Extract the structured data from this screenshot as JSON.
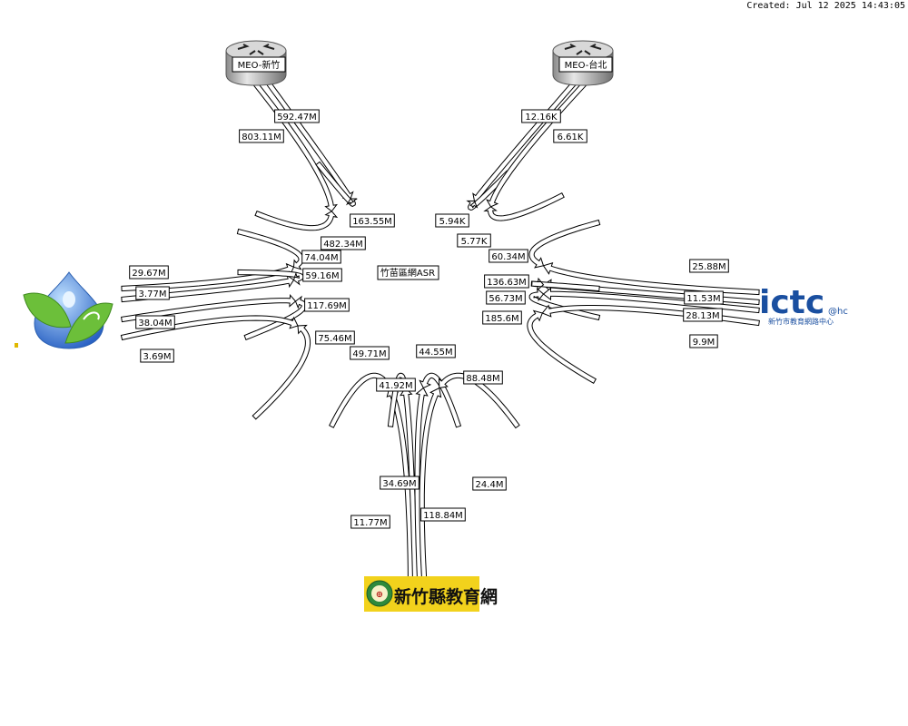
{
  "created": "Created: Jul 12 2025 14:43:05",
  "nodes": {
    "hub": "竹苗區網ASR",
    "meo_hsinchu": "MEO-新竹",
    "meo_taipei": "MEO-台北",
    "ictc_logo": "ictc",
    "ictc_suffix": "@hc",
    "ictc_sub": "新竹市教育網路中心",
    "hsinchu_county": "新竹縣教育網"
  },
  "links": {
    "meo_hsinchu_out": "803.11M",
    "meo_hsinchu_in": "592.47M",
    "meo_hsinchu_hub_a": "482.34M",
    "meo_hsinchu_hub_b": "163.55M",
    "meo_taipei_out": "12.16K",
    "meo_taipei_in": "6.61K",
    "meo_taipei_hub_a": "5.94K",
    "meo_taipei_hub_b": "5.77K",
    "left_1_out": "29.67M",
    "left_1_in": "74.04M",
    "left_2_out": "3.77M",
    "left_2_in": "59.16M",
    "left_3_out": "38.04M",
    "left_3_in": "117.69M",
    "left_4_out": "3.69M",
    "left_4_in": "75.46M",
    "right_1_hub": "60.34M",
    "right_1_far": "25.88M",
    "right_2_hub": "136.63M",
    "right_2_far": "11.53M",
    "right_3_hub": "56.73M",
    "right_3_far": "28.13M",
    "right_4_hub": "185.6M",
    "right_4_far": "9.9M",
    "down_1_hub": "49.71M",
    "down_1_far": "11.77M",
    "down_2_hub": "41.92M",
    "down_2_far": "34.69M",
    "down_3_hub": "44.55M",
    "down_3_far": "118.84M",
    "down_4_hub": "88.48M",
    "down_4_far": "24.4M"
  },
  "colors": {
    "router_body": "#b0b0b0",
    "ictc_blue": "#1a4fa0",
    "county_yellow": "#f2d21c",
    "leaf_green": "#5aa832",
    "drop_blue": "#3b7ad6"
  }
}
